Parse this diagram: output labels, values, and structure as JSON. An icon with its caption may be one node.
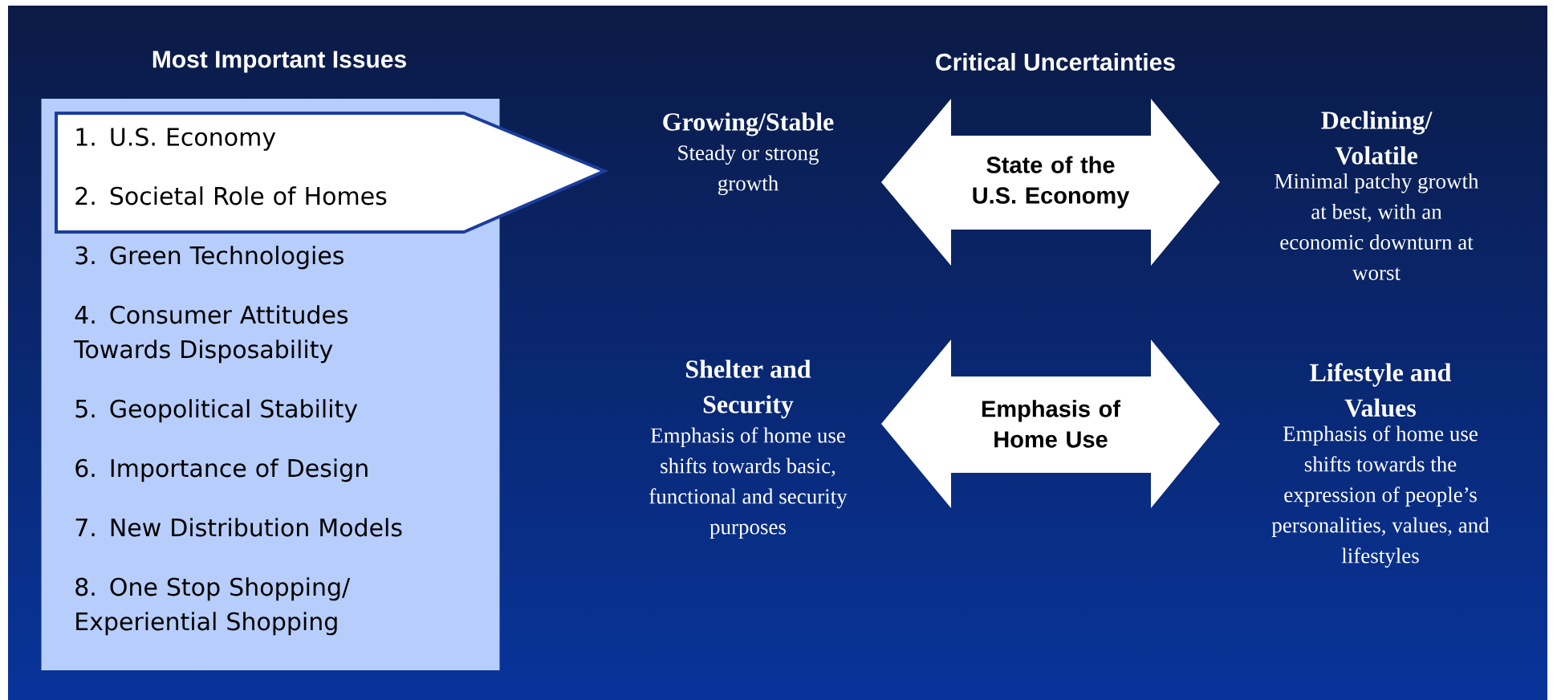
{
  "diagram": {
    "nodes": [
      {
        "text": [
          "Most Important Issues",
          "3. Green Technologies",
          "4. Consumer Attitudes Towards Disposability",
          "5. Geopolitical Stability",
          "6. Importance of Design",
          "7. New Distribution Models",
          "8. One Stop Shopping/ Experiential Shopping"
        ]
      },
      {
        "text": [
          "1. U.S. Economy",
          "2. Societal Role of Homes"
        ]
      },
      {
        "text": [
          "Growing/Stable",
          "Steady or strong growth"
        ]
      },
      {
        "text": [
          "State of the U.S. Economy"
        ]
      },
      {
        "text": [
          "Declining/ Volatile",
          "Minimal patchy growth at best, with an economic downturn at worst"
        ]
      },
      {
        "text": [
          "Shelter and Security",
          "Emphasis of home use shifts towards basic, functional and security purposes"
        ]
      },
      {
        "text": [
          "Emphasis of Home Use"
        ]
      },
      {
        "text": [
          "Lifestyle and Values",
          "Emphasis of home use shifts towards the expression of people’s personalities, values, and lifestyles"
        ]
      }
    ],
    "labels": [
      "Critical Uncertainties"
    ]
  }
}
